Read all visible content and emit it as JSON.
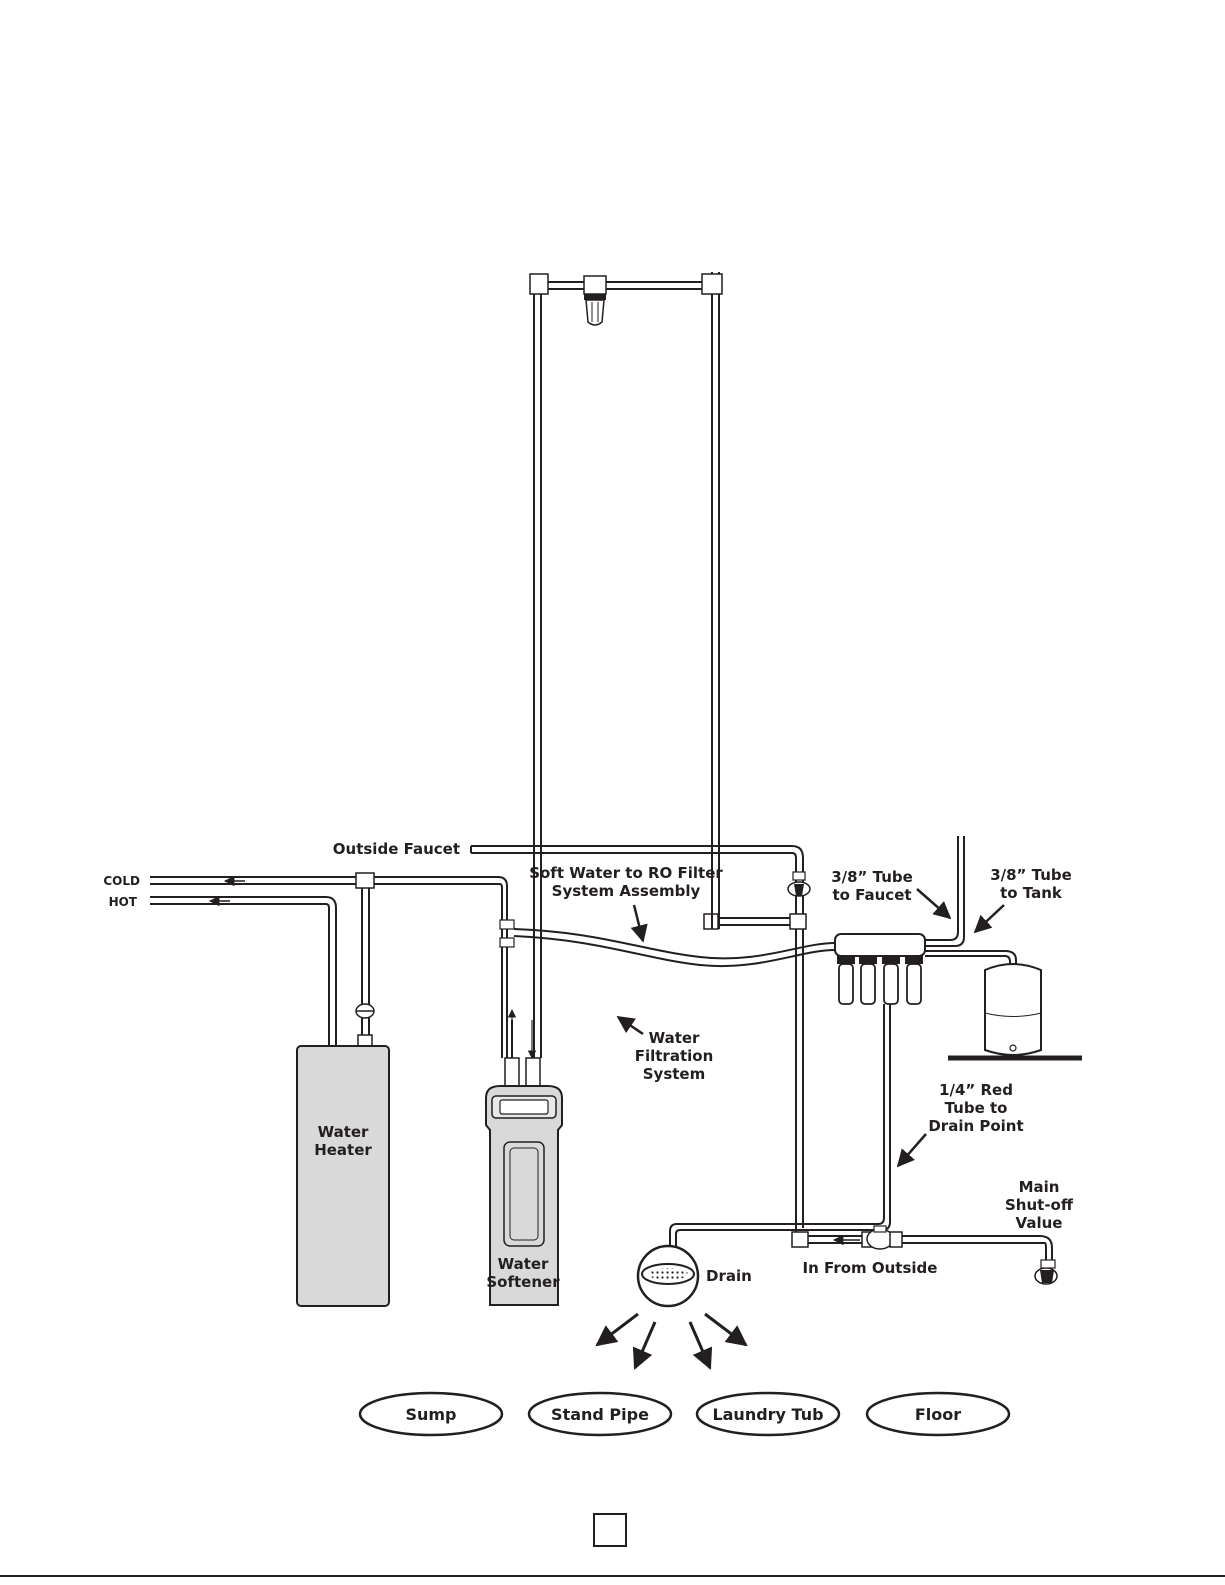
{
  "labels": {
    "cold": "COLD",
    "hot": "HOT",
    "outside_faucet": "Outside Faucet",
    "soft_water_line1": "Soft Water to RO Filter",
    "soft_water_line2": "System Assembly",
    "tube_faucet_line1": "3/8” Tube",
    "tube_faucet_line2": "to Faucet",
    "tube_tank_line1": "3/8” Tube",
    "tube_tank_line2": "to Tank",
    "filtration_line1": "Water",
    "filtration_line2": "Filtration",
    "filtration_line3": "System",
    "red_tube_line1": "1/4”  Red",
    "red_tube_line2": "Tube to",
    "red_tube_line3": "Drain Point",
    "heater_line1": "Water",
    "heater_line2": "Heater",
    "softener_line1": "Water",
    "softener_line2": "Softener",
    "drain": "Drain",
    "in_from_outside": "In From Outside",
    "shutoff_line1": "Main",
    "shutoff_line2": "Shut-off",
    "shutoff_line3": "Value"
  },
  "drain_options": [
    "Sump",
    "Stand Pipe",
    "Laundry Tub",
    "Floor"
  ],
  "colors": {
    "ink": "#231f20",
    "tank_fill": "#d9d9d9",
    "paper": "#ffffff"
  }
}
